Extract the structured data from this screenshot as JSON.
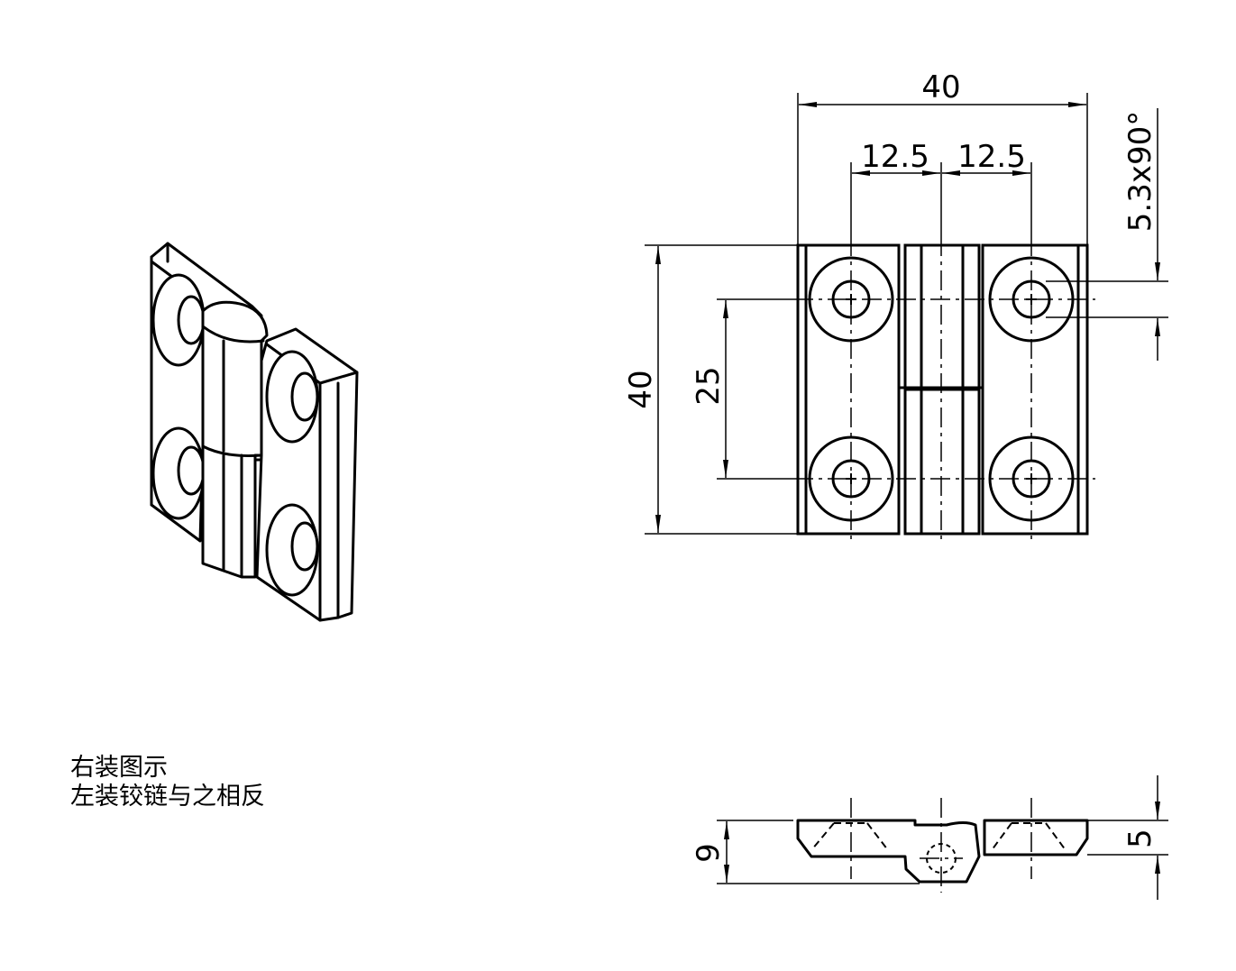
{
  "dimensions": {
    "overall_width": "40",
    "hole_spacing_left": "12.5",
    "hole_spacing_right": "12.5",
    "countersink": "5.3x90°",
    "overall_height": "40",
    "hole_pitch_vertical": "25",
    "side_total_thickness": "9",
    "leaf_thickness": "5"
  },
  "note": {
    "line1": "右装图示",
    "line2": "左装铰链与之相反"
  },
  "colors": {
    "line": "#000000",
    "background": "#ffffff"
  }
}
